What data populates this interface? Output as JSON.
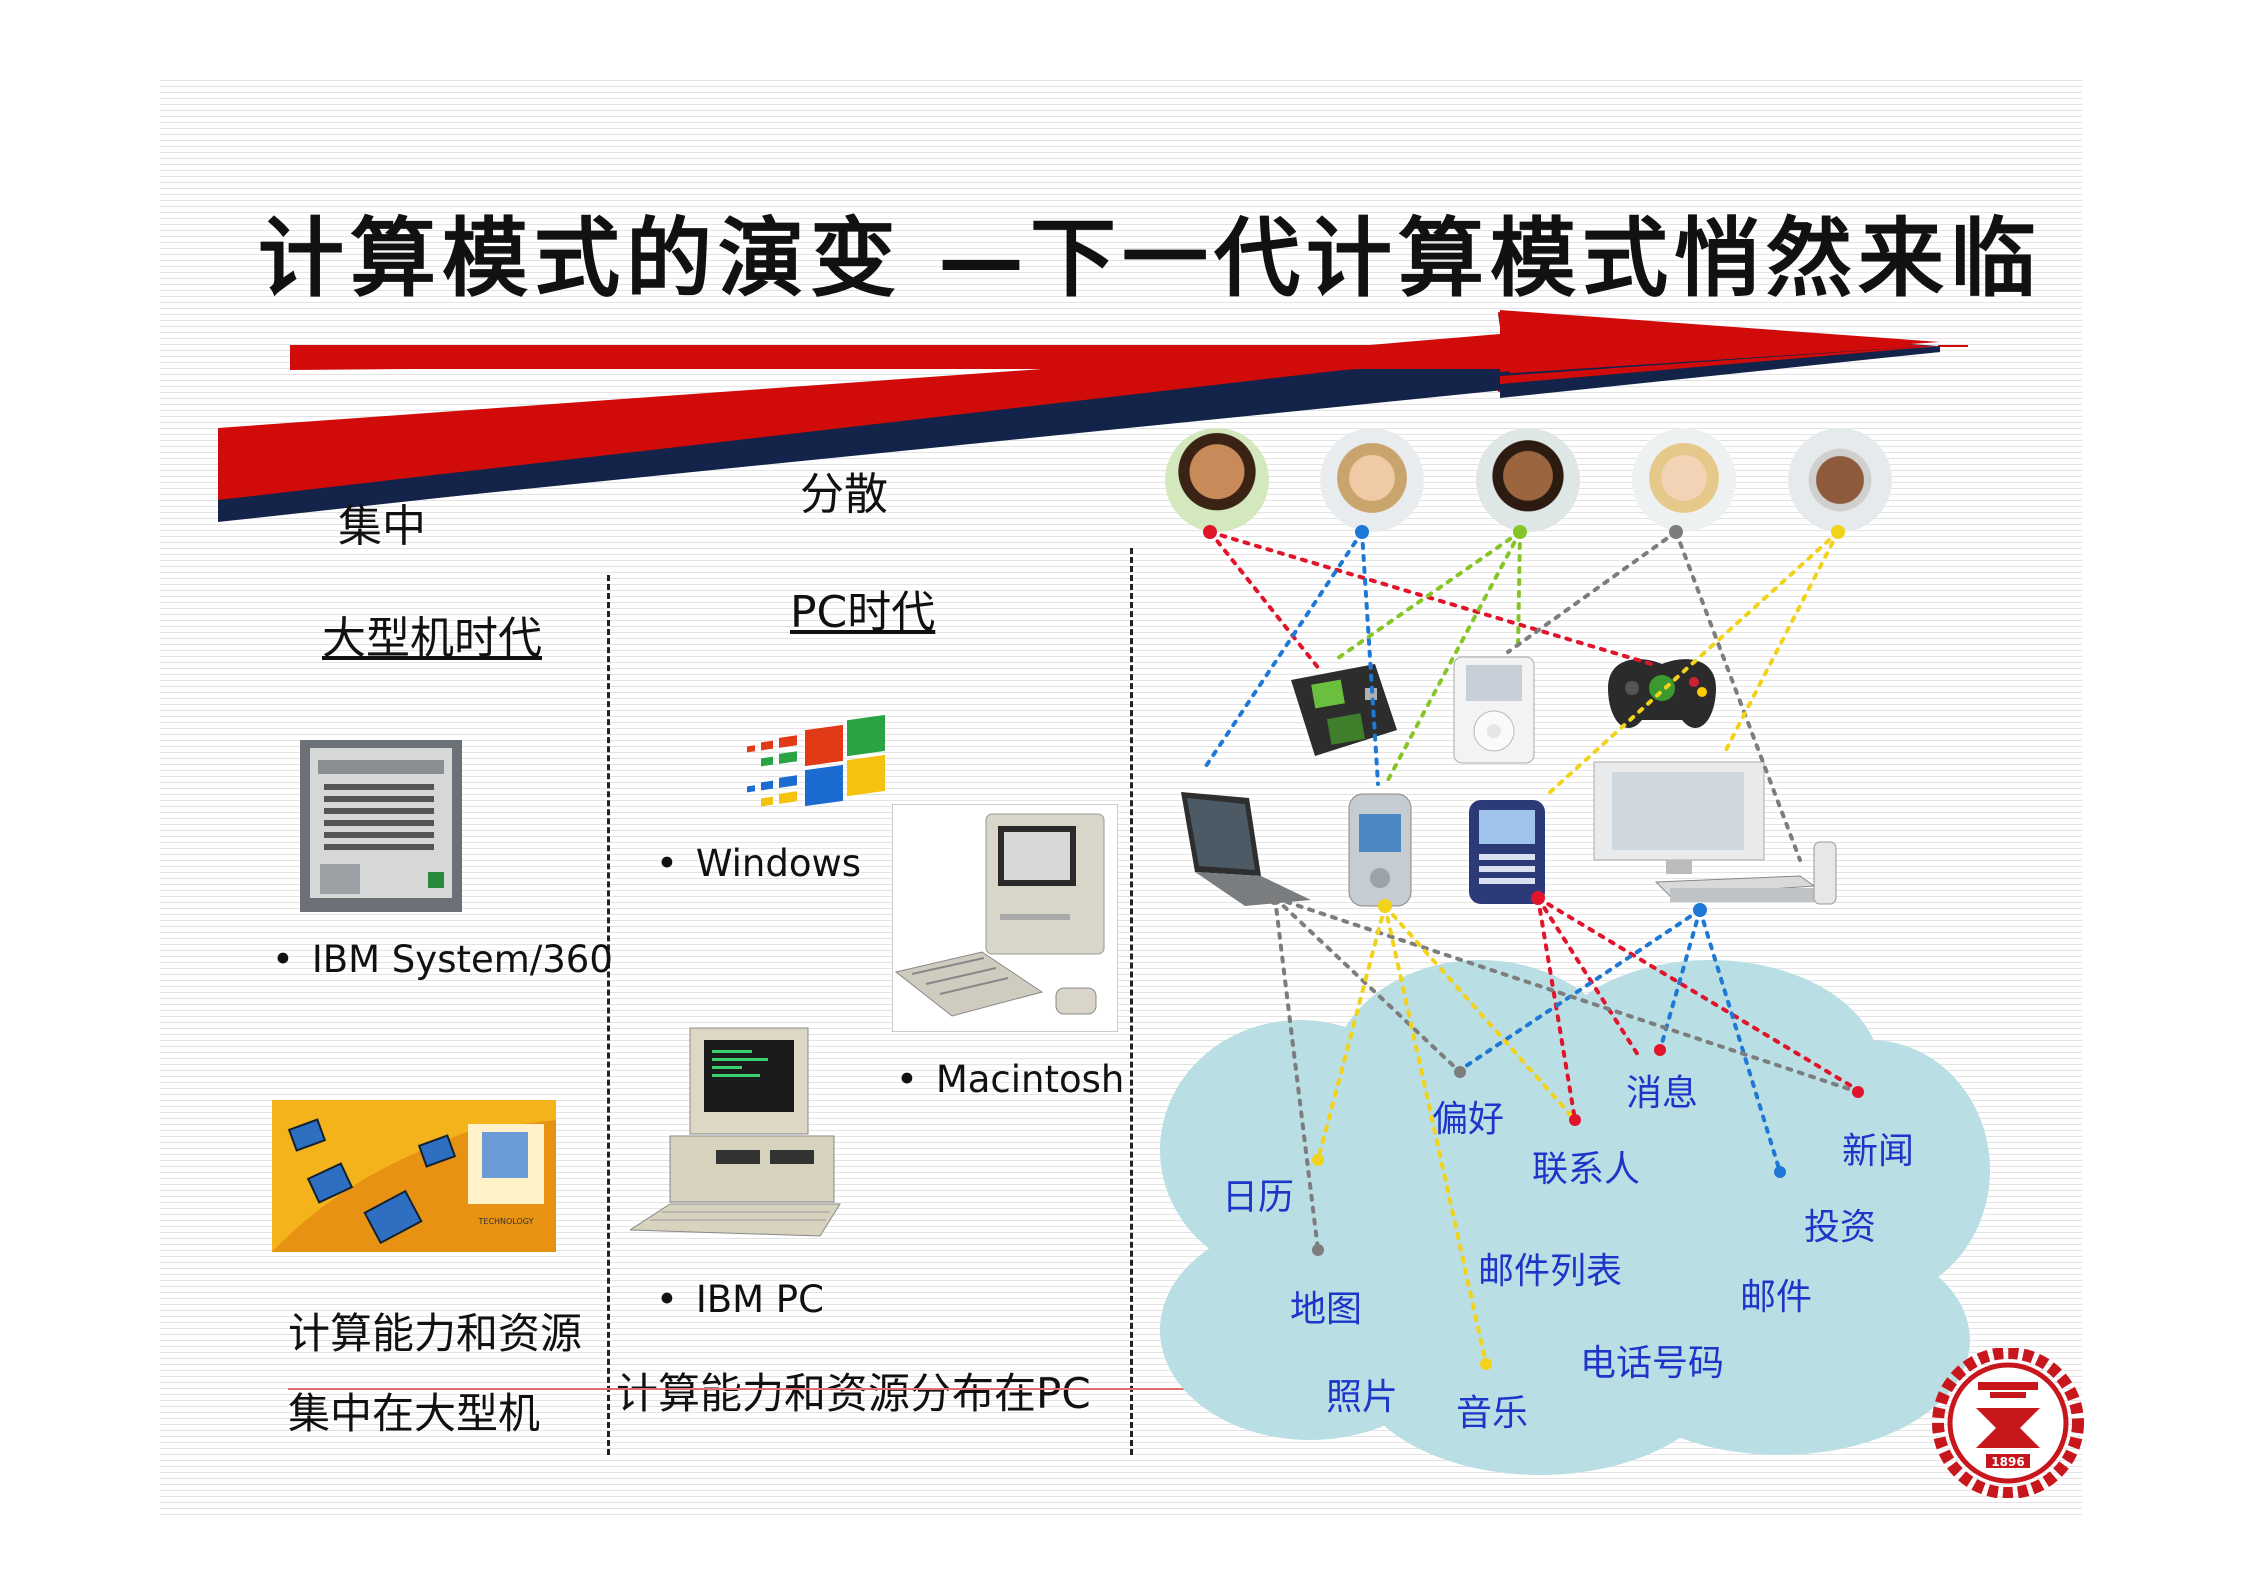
{
  "title": "计算模式的演变 —下一代计算模式悄然来临",
  "arrow_labels": {
    "centralized": "集中",
    "distributed": "分散"
  },
  "eras": [
    {
      "heading": "大型机时代",
      "items": [
        "IBM System/360"
      ],
      "caption_lines": [
        "计算能力和资源",
        "集中在大型机"
      ]
    },
    {
      "heading": "PC时代",
      "items": [
        "Windows",
        "Macintosh",
        "IBM PC"
      ],
      "caption_lines": [
        "计算能力和资源分布在PC"
      ]
    }
  ],
  "cloud_services": [
    "消息",
    "偏好",
    "新闻",
    "联系人",
    "日历",
    "投资",
    "邮件列表",
    "地图",
    "邮件",
    "电话号码",
    "照片",
    "音乐"
  ],
  "colors": {
    "arrow_red": "#d10a0a",
    "arrow_navy": "#13234a",
    "cloud": "#b9dfe4",
    "cloud_text": "#1d35c8",
    "logo_red": "#c8161d"
  },
  "icons": [
    "mainframe",
    "network-security",
    "windows-logo",
    "macintosh",
    "ibm-pc",
    "person-avatar",
    "handheld-console",
    "ipod",
    "game-controller",
    "laptop",
    "mobile-phone",
    "smartphone",
    "flat-tv",
    "dvd-player",
    "remote-control",
    "university-logo"
  ],
  "logo_text": "1896"
}
